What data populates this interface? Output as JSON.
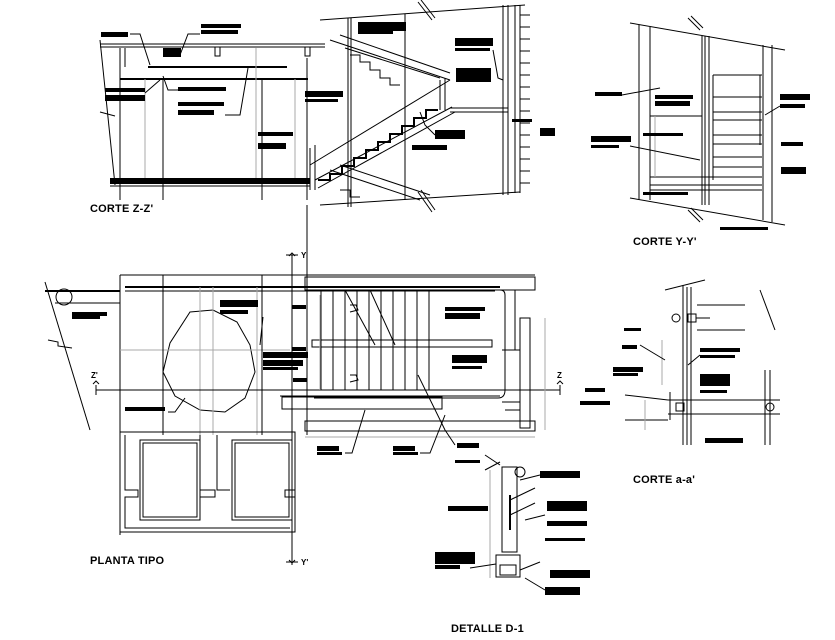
{
  "drawing": {
    "type": "architectural-stair-details",
    "colors": {
      "ink": "#000000",
      "dimension": "#a0a0a0",
      "background": "#ffffff"
    }
  },
  "views": {
    "corte_zz": {
      "title": "CORTE Z-Z'"
    },
    "corte_yy": {
      "title": "CORTE Y-Y'"
    },
    "corte_aa": {
      "title": "CORTE a-a'"
    },
    "planta_tipo": {
      "title": "PLANTA TIPO"
    },
    "detalle_d1": {
      "title": "DETALLE D-1"
    }
  },
  "section_markers": {
    "y_top": "Y",
    "y_bottom": "Y'",
    "z_left": "Z'",
    "z_right": "Z"
  }
}
